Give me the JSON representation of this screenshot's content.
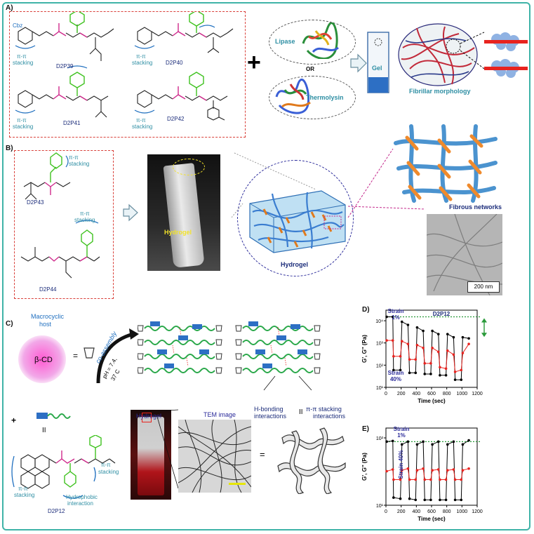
{
  "panels": {
    "A": "A)",
    "B": "B)",
    "C": "C)",
    "D": "D)",
    "E": "E)"
  },
  "panelA": {
    "cbz": "Cbz",
    "stacking_label": "π-π",
    "stacking_word": "stacking",
    "compounds": [
      "D2P39",
      "D2P40",
      "D2P41",
      "D2P42"
    ],
    "plus": "+",
    "lipase": "Lipase",
    "or": "OR",
    "thermolysin": "Thermolysin",
    "gel": "Gel",
    "fibrillar": "Fibrillar morphology"
  },
  "panelB": {
    "compounds": [
      "D2P43",
      "D2P44"
    ],
    "hydrogel_photo": "Hydrogel",
    "hydrogel_scheme": "Hydrogel",
    "fibrous": "Fibrous networks",
    "scale": "200 nm"
  },
  "panelC": {
    "macro1": "Macrocyclic",
    "macro2": "host",
    "bcd": "β-CD",
    "coassembly": "co-assembly",
    "ph": "pH = 7.4,",
    "temp": "37 C",
    "hydrogel": "Hydrogel",
    "tem": "TEM image",
    "hbond1": "H-bonding",
    "hbond2": "interactions",
    "pipi1": "π-π stacking",
    "pipi2": "interactions",
    "hydrophobic1": "Hydrophobic",
    "hydrophobic2": "interaction",
    "compound": "D2P12"
  },
  "chart_data": [
    {
      "type": "line",
      "panel": "D)",
      "title": "D2P12",
      "xlabel": "Time (sec)",
      "ylabel": "G', G'' (Pa)",
      "yscale": "log",
      "xlim": [
        0,
        1200
      ],
      "ylim": [
        10,
        30000
      ],
      "xticks": [
        0,
        200,
        400,
        600,
        800,
        1000,
        1200
      ],
      "yticks_labels": [
        "10¹",
        "10²",
        "10³",
        "10⁴"
      ],
      "annotations": [
        "Strain 1%",
        "Strain 40%"
      ],
      "series": [
        {
          "color": "#000000",
          "x": [
            10,
            90,
            100,
            190,
            210,
            290,
            310,
            390,
            410,
            490,
            510,
            590,
            610,
            690,
            710,
            790,
            810,
            890,
            910,
            990,
            1010,
            1090
          ],
          "y": [
            15000,
            15000,
            60,
            60,
            9000,
            6500,
            45,
            45,
            5000,
            3500,
            40,
            40,
            3500,
            2500,
            35,
            35,
            2500,
            1800,
            22,
            22,
            1800,
            1600
          ]
        },
        {
          "color": "#e8231f",
          "x": [
            10,
            90,
            100,
            190,
            210,
            290,
            310,
            390,
            410,
            490,
            510,
            590,
            610,
            690,
            710,
            790,
            810,
            890,
            910,
            990,
            1010,
            1090
          ],
          "y": [
            1300,
            1300,
            250,
            250,
            1200,
            900,
            180,
            180,
            800,
            600,
            120,
            120,
            600,
            400,
            80,
            70,
            450,
            300,
            50,
            60,
            350,
            900
          ]
        }
      ]
    },
    {
      "type": "line",
      "panel": "E)",
      "xlabel": "Time (sec)",
      "ylabel": "G', G'' (Pa)",
      "yscale": "log",
      "xlim": [
        0,
        1200
      ],
      "ylim": [
        10,
        140
      ],
      "xticks": [
        0,
        200,
        400,
        600,
        800,
        1000,
        1200
      ],
      "yticks_labels": [
        "10¹",
        "10²"
      ],
      "annotations": [
        "Strain 1%",
        "Strain 40%"
      ],
      "series": [
        {
          "color": "#000000",
          "x": [
            10,
            90,
            100,
            190,
            210,
            290,
            310,
            390,
            410,
            490,
            510,
            590,
            610,
            690,
            710,
            790,
            810,
            890,
            910,
            990,
            1010,
            1090
          ],
          "y": [
            88,
            90,
            13,
            12.5,
            80,
            88,
            12.5,
            12,
            80,
            88,
            12,
            12,
            80,
            88,
            12,
            12,
            80,
            88,
            12,
            12,
            80,
            92
          ]
        },
        {
          "color": "#e8231f",
          "x": [
            10,
            90,
            100,
            190,
            210,
            290,
            310,
            390,
            410,
            490,
            510,
            590,
            610,
            690,
            710,
            790,
            810,
            890,
            910,
            990,
            1010,
            1090
          ],
          "y": [
            32,
            34,
            24,
            24,
            33,
            35,
            24,
            24,
            33,
            35,
            24,
            24,
            33,
            34,
            24,
            24,
            33,
            34,
            24,
            24,
            33,
            35
          ]
        }
      ]
    }
  ]
}
